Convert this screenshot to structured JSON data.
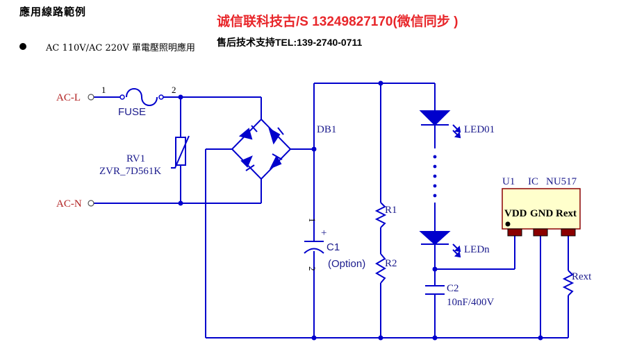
{
  "header": {
    "title": "應用線路範例",
    "application": "AC 110V/AC 220V 單電壓照明應用",
    "contact": "诚信联科技古/S 13249827170(微信同步 )",
    "support": "售后技术支持TEL:139-2740-0711"
  },
  "schematic": {
    "acl": "AC-L",
    "acn": "AC-N",
    "pin1": "1",
    "pin2": "2",
    "fuse": "FUSE",
    "rv1": "RV1",
    "rv1_part": "ZVR_7D561K",
    "db1": "DB1",
    "c1": "C1",
    "c1_note": "(Option)",
    "c1_pin1": "1",
    "c1_pin2": "2",
    "c1_plus": "+",
    "r1": "R1",
    "r2": "R2",
    "led01": "LED01",
    "ledn": "LEDn",
    "c2": "C2",
    "c2_value": "10nF/400V",
    "u1": "U1",
    "ic": "IC",
    "ic_part": "NU517",
    "pin_vdd": "VDD",
    "pin_gnd": "GND",
    "pin_rext": "Rext",
    "rext": "Rext"
  },
  "colors": {
    "wire": "#0000cc",
    "label_red": "#b22222",
    "label_blue": "#1a1a8c",
    "ic_fill": "#ffffcc",
    "pad": "#8b0000",
    "contact_red": "#e8262a"
  }
}
